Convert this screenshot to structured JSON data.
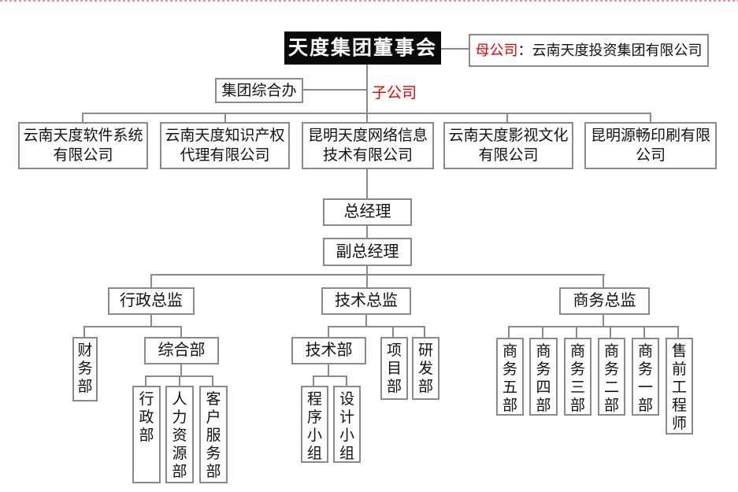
{
  "colors": {
    "accent_red": "#e60000",
    "line_gray": "#8a8a8a",
    "divider_pink": "#ef8e8e",
    "board_bg": "#0a0a0a"
  },
  "top": {
    "board": "天度集团董事会",
    "parent_company": {
      "label": "母公司",
      "colon": "：",
      "name": "云南天度投资集团有限公司"
    },
    "group_office": "集团综合办",
    "subsidiary_tag": "子公司",
    "subsidiaries": [
      "云南天度软件系统有限公司",
      "云南天度知识产权代理有限公司",
      "昆明天度网络信息技术有限公司",
      "云南天度影视文化有限公司",
      "昆明源畅印刷有限公司"
    ]
  },
  "management": {
    "general_manager": "总经理",
    "deputy_general_manager": "副总经理"
  },
  "admin_branch": {
    "director": "行政总监",
    "finance_dept": "财务部",
    "general_dept": "综合部",
    "teams": [
      "行政部",
      "人力资源部",
      "客户服务部"
    ]
  },
  "tech_branch": {
    "director": "技术总监",
    "tech_dept": "技术部",
    "project_dept": "项目部",
    "rnd_dept": "研发部",
    "teams": [
      "程序小组",
      "设计小组"
    ]
  },
  "business_branch": {
    "director": "商务总监",
    "teams": [
      "商务五部",
      "商务四部",
      "商务三部",
      "商务二部",
      "商务一部",
      "售前工程师"
    ]
  }
}
